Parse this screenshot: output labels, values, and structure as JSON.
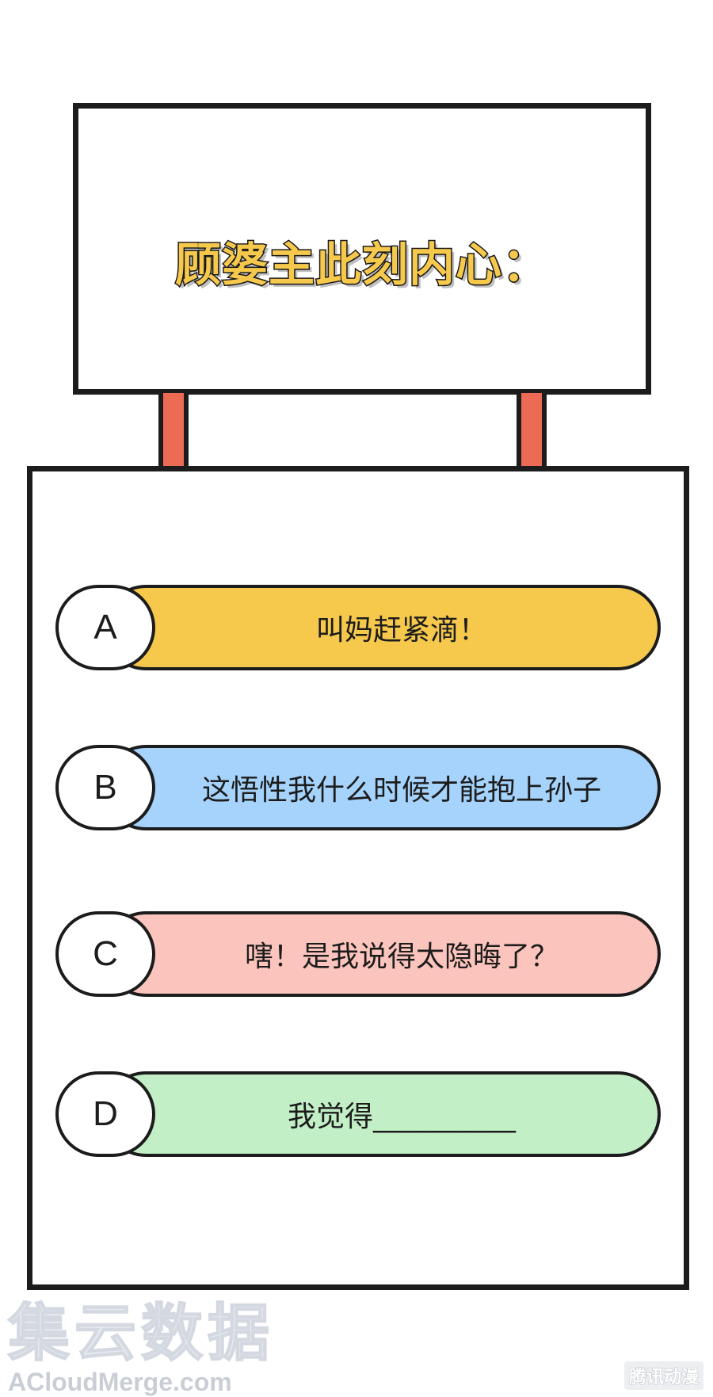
{
  "sign": {
    "title": "顾婆主此刻内心："
  },
  "options": [
    {
      "letter": "A",
      "text": "叫妈赶紧滴！",
      "color": "#f6c94d"
    },
    {
      "letter": "B",
      "text": "这悟性我什么时候才能抱上孙子",
      "color": "#a6d3fb"
    },
    {
      "letter": "C",
      "text": "嗐！是我说得太隐晦了？",
      "color": "#fbc4bc"
    },
    {
      "letter": "D",
      "text": "我觉得__________",
      "color": "#c3efc7"
    }
  ],
  "watermark": {
    "cn": "集云数据",
    "en": "ACloudMerge.com"
  },
  "brand": {
    "label": "腾讯动漫"
  }
}
